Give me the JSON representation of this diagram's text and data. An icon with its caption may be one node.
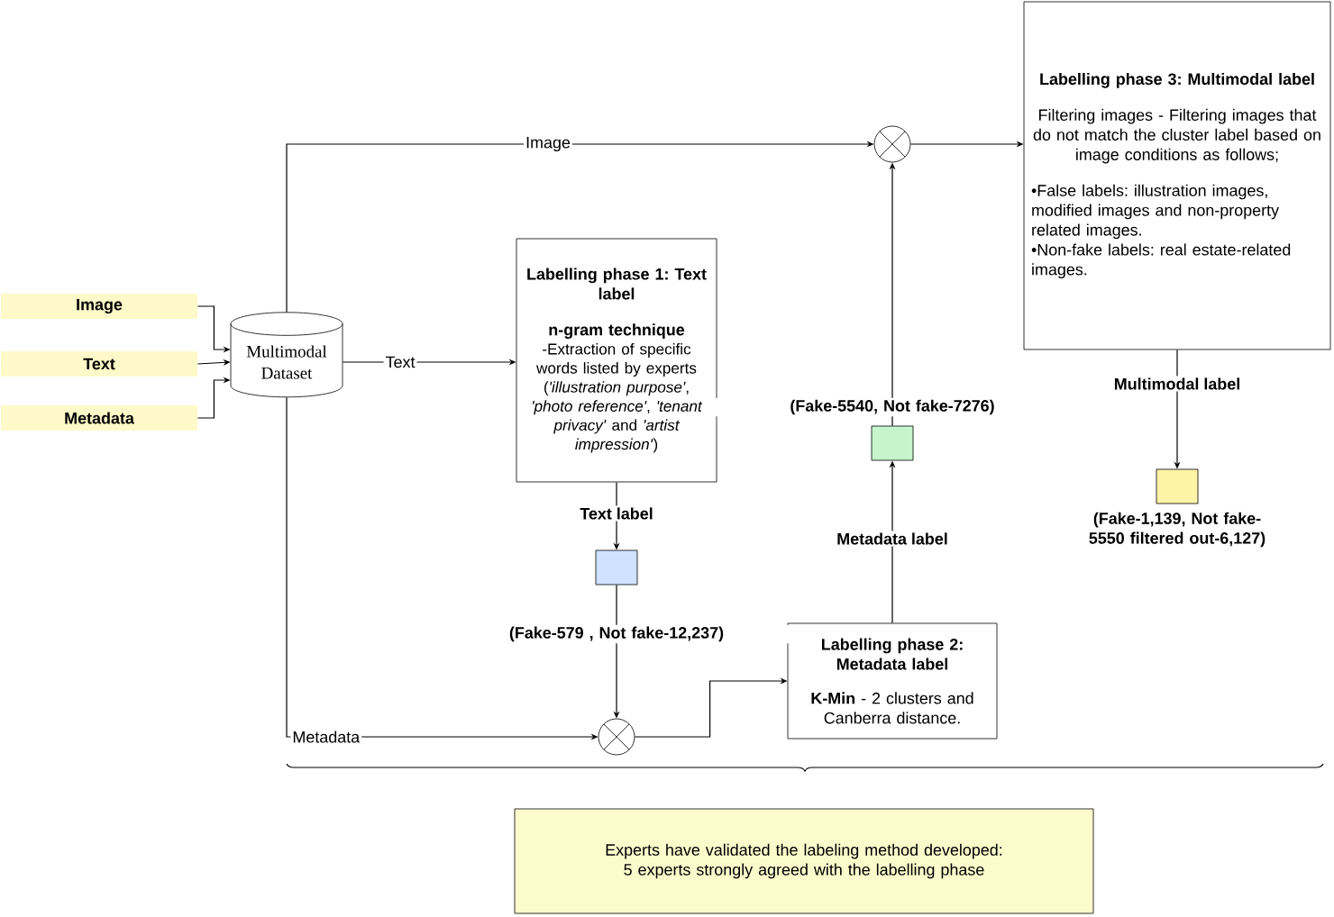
{
  "diagram": {
    "nodes": [
      {
        "text": [
          "Image"
        ]
      },
      {
        "text": [
          "Text"
        ]
      },
      {
        "text": [
          "Metadata"
        ]
      },
      {
        "text": [
          "Multimodal Dataset"
        ]
      },
      {
        "text": [
          "Labelling phase 1: Text label",
          "n-gram technique",
          "-Extraction of specific words listed by experts (*'illustration purpose'*, *'photo reference'*, *'tenant privacy'* and *'artist impression'*)"
        ]
      },
      {
        "text": [],
        "shape": "box",
        "beside": [
          "(Fake-579 , Not fake-12,237)"
        ]
      },
      {
        "text": [],
        "shape": "circle"
      },
      {
        "text": [
          "Labelling phase 2: Metadata label",
          "**K-Min** - 2 clusters and Canberra distance."
        ]
      },
      {
        "text": [],
        "shape": "box",
        "beside": [
          "(Fake-5540, Not fake-7276)"
        ]
      },
      {
        "text": [],
        "shape": "circle"
      },
      {
        "text": [
          "Labelling phase 3: Multimodal label",
          "Filtering images - Filtering images that do not match the cluster label based on image conditions as follows;",
          "•False labels: illustration images, modified images and non-property related images.",
          "•Non-fake labels: real estate-related images."
        ]
      },
      {
        "text": [],
        "shape": "box",
        "beside": [
          "(Fake-1,139, Not fake-5550 filtered out-6,127)"
        ]
      },
      {
        "text": [
          "Experts have validated the labeling method developed: 5 experts strongly agreed with the labelling phase"
        ]
      }
    ],
    "edges": [
      {
        "from": 0,
        "to": 3,
        "arrow": "to"
      },
      {
        "from": 1,
        "to": 3,
        "arrow": "to"
      },
      {
        "from": 2,
        "to": 3,
        "arrow": "to"
      },
      {
        "from": 3,
        "to": 4,
        "arrow": "to",
        "label": "Text"
      },
      {
        "from": 3,
        "to": 9,
        "arrow": "to",
        "label": "Image"
      },
      {
        "from": 3,
        "to": 6,
        "arrow": "to",
        "label": "Metadata"
      },
      {
        "from": 4,
        "to": 5,
        "arrow": "to",
        "label": "Text label"
      },
      {
        "from": 5,
        "to": 6,
        "arrow": "to"
      },
      {
        "from": 6,
        "to": 7,
        "arrow": "to"
      },
      {
        "from": 7,
        "to": 8,
        "arrow": "to",
        "label": "Metadata label"
      },
      {
        "from": 8,
        "to": 9,
        "arrow": "to"
      },
      {
        "from": 9,
        "to": 10,
        "arrow": "to"
      },
      {
        "from": 10,
        "to": 11,
        "arrow": "to",
        "label": "Multimodal label"
      }
    ]
  }
}
